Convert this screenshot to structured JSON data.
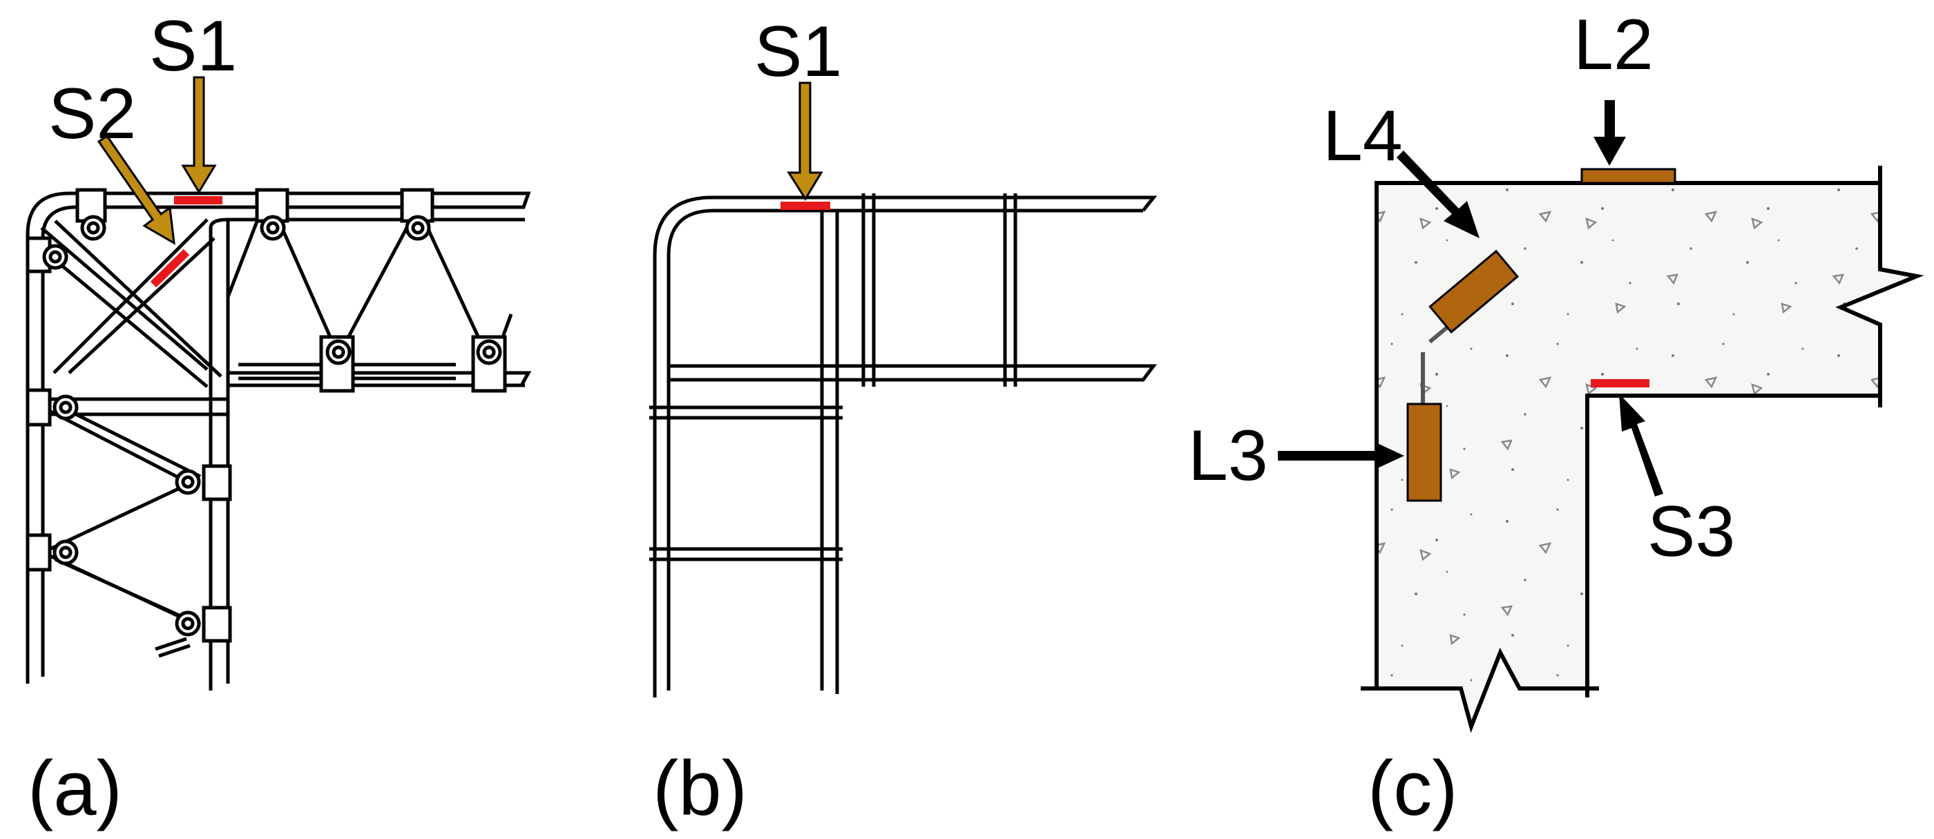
{
  "panels": [
    {
      "caption": "(a)",
      "callouts": {
        "S1": "S1",
        "S2": "S2"
      }
    },
    {
      "caption": "(b)",
      "callouts": {
        "S1": "S1"
      }
    },
    {
      "caption": "(c)",
      "callouts": {
        "L2": "L2",
        "L3": "L3",
        "L4": "L4",
        "S3": "S3"
      }
    }
  ],
  "colors": {
    "strain_gauge": "#e8191c",
    "lvdt": "#b0650f",
    "arrow_panels_ab": "#c08d12",
    "arrow_panel_c": "#000000",
    "concrete": "#f6f6f4",
    "outline": "#000000"
  }
}
